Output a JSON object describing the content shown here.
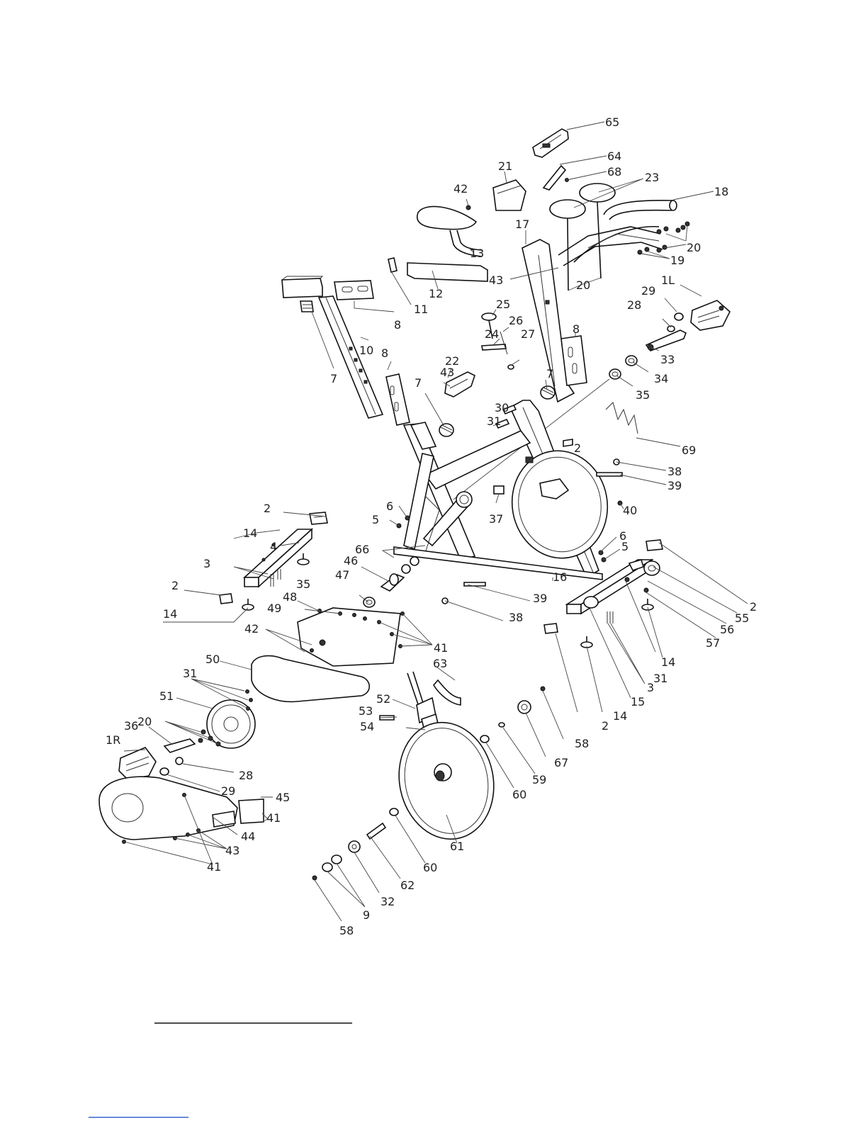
{
  "labels": {
    "l65": "65",
    "l64": "64",
    "l68": "68",
    "l21": "21",
    "l42a": "42",
    "l23": "23",
    "l18": "18",
    "l13": "13",
    "l17": "17",
    "l20a": "20",
    "l19": "19",
    "l12": "12",
    "l43a": "43",
    "l8a": "8",
    "l11": "11",
    "l20b": "20",
    "l1L": "1L",
    "l29a": "29",
    "l28a": "28",
    "l25": "25",
    "l26": "26",
    "l24": "24",
    "l27": "27",
    "l8b": "8",
    "l10": "10",
    "l7a": "7",
    "l33": "33",
    "l34": "34",
    "l35a": "35",
    "l8c": "8",
    "l22": "22",
    "l43b": "43",
    "l7b": "7",
    "l7c": "7",
    "l30": "30",
    "l31a": "31",
    "l2a": "2",
    "l69": "69",
    "l38a": "38",
    "l39a": "39",
    "l40": "40",
    "l37": "37",
    "l2b": "2",
    "l6a": "6",
    "l5a": "5",
    "l14a": "14",
    "l4": "4",
    "l3a": "3",
    "l66": "66",
    "l46": "46",
    "l6b": "6",
    "l5b": "5",
    "l16": "16",
    "l47": "47",
    "l2c": "2",
    "l35b": "35",
    "l39b": "39",
    "l48": "48",
    "l14b": "14",
    "l49": "49",
    "l38b": "38",
    "l2d": "2",
    "l55": "55",
    "l56": "56",
    "l57": "57",
    "l42b": "42",
    "l41a": "41",
    "l14c": "14",
    "l50": "50",
    "l31b": "31",
    "l3b": "3",
    "l15": "15",
    "l63": "63",
    "l14d": "14",
    "l2e": "2",
    "l51": "51",
    "l52": "52",
    "l53": "53",
    "l58a": "58",
    "l20c": "20",
    "l54": "54",
    "l36": "36",
    "l67": "67",
    "l1R": "1R",
    "l28b": "28",
    "l59": "59",
    "l29b": "29",
    "l45": "45",
    "l60a": "60",
    "l41b": "41",
    "l44": "44",
    "l43c": "43",
    "l61": "61",
    "l60b": "60",
    "l41c": "41",
    "l62": "62",
    "l32": "32",
    "l9": "9",
    "l58b": "58",
    "l31c": "31"
  }
}
